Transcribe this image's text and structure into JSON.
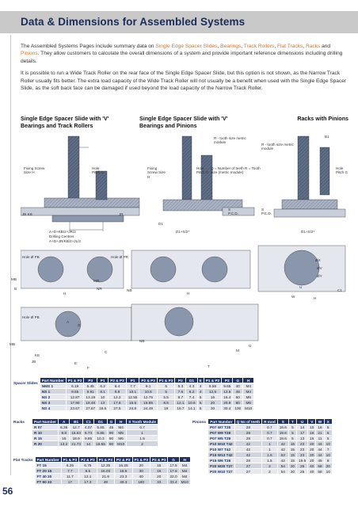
{
  "header": {
    "title": "Data & Dimensions for Assembled Systems"
  },
  "intro": {
    "p1_a": "The Assembled Systems Pages include summary data on ",
    "p1_links": [
      "Single Edge Spacer Slides",
      "Bearings",
      "Track Rollers",
      "Flat Tracks",
      "Racks",
      "Pinions"
    ],
    "p1_b": ". They allow customers to calculate the overall dimensions of a system and provide important reference dimensions including drilling details.",
    "p2": "It is possible to run a Wide Track Roller on the rear face of the Single Edge Spacer Slide, but this option is not shown, as the Narrow Track Roller usually fits better. The extra load capacity of the Wide Track Roller will not usually be a benefit when used with the Single Edge Spacer Slide, as the soft back face can be damaged if used beyond the load capacity of the Narrow Track Roller."
  },
  "sections": {
    "s1": "Single Edge Spacer Slide with 'V' Bearings and Track Rollers",
    "s2": "Single Edge Spacer Slide with 'V' Bearings and Pinions",
    "s3": "Racks with Pinions"
  },
  "diagram_labels": {
    "fixing_screw_1": "Fixing Screw Size H",
    "hole_pitch_1": "Hole Pitch G",
    "fixing_screw_2": "Fixing Screw Size H",
    "hole_pitch_2": "Hole Pitch G",
    "hole_pitch_3": "Hole Pitch G",
    "rack_tooth_1": "R - tooth size metric module",
    "rack_tooth_2": "R - tooth size metric module",
    "q_formula": "Q = Number of teeth R = Tooth size (metric module)",
    "dims_1": "A+D+KB/2+JR/2",
    "drilling": "Drilling Centres",
    "dims_2": "A+D+JR/KB/2+JL/2",
    "jb_kb": "JB KB",
    "jr": "JR",
    "d1": "D1",
    "d1_pitch": "D1+S/2*",
    "pcd_1": "S P.C.D.",
    "pcd_2": "S P.C.D.",
    "d1_pitch_2": "D1+S/2*",
    "b1": "B1",
    "hole_pb": "Hole Ø PB",
    "hole_pr": "Hole Ø PR",
    "mb": "MB",
    "b": "B",
    "mr": "MR",
    "nr": "NR",
    "nb": "NB",
    "h": "H",
    "u": "U",
    "w": "W",
    "c1": "C1",
    "ox": "ØX",
    "ov": "ØV",
    "oy": "ØY",
    "hole_pb2": "Hole Ø PB",
    "a": "A",
    "d": "D",
    "ke": "KE",
    "jb": "JB",
    "c": "C",
    "e": "E",
    "f": "F",
    "mb2": "MB",
    "nb2": "NB",
    "m": "M",
    "t": "T"
  },
  "spacer_table": {
    "row_label": "Spacer Slides",
    "headers": [
      "Part Number",
      "P1 & P2",
      "P3",
      "P1",
      "P2 & P3",
      "P1",
      "P2 & P3",
      "P1 & P3",
      "P2",
      "D1",
      "E",
      "P1 & P2",
      "P3",
      "G",
      "H"
    ],
    "rows": [
      [
        "NMS 1",
        "6.19",
        "6.45",
        "6.2",
        "6.4",
        "7.7",
        "8.1",
        "5",
        "5.3",
        "4.3",
        "4",
        "9.55",
        "9.65",
        "40",
        "M4"
      ],
      [
        "NS 1",
        "9.65",
        "9.91",
        "8.1",
        "9.8",
        "10.1",
        "10.5",
        "5",
        "7.6",
        "6.2",
        "4",
        "12.5",
        "12.6",
        "45",
        "M4"
      ],
      [
        "NS 2",
        "12.87",
        "13.19",
        "10",
        "12.2",
        "12.55",
        "12.75",
        "5.5",
        "8.7",
        "7.4",
        "5",
        "16",
        "16.4",
        "60",
        "M6"
      ],
      [
        "NS 3",
        "17.90",
        "18.48",
        "13",
        "17.8",
        "16.5",
        "16.85",
        "8.5",
        "12.1",
        "10.6",
        "5",
        "20",
        "20.9",
        "80",
        "M6"
      ],
      [
        "NS 4",
        "23.67",
        "27.67",
        "19.5",
        "27.5",
        "24.8",
        "24.49",
        "19",
        "16.7",
        "14.1",
        "6",
        "30",
        "30.4",
        "100",
        "M10"
      ]
    ]
  },
  "racks_table": {
    "row_label": "Racks",
    "headers": [
      "Part Number",
      "A",
      "B1",
      "C1",
      "D1",
      "G",
      "H",
      "S Tooth Module"
    ],
    "rows": [
      [
        "R 07",
        "6.35",
        "12.7",
        "4.07",
        "5.65",
        "45",
        "M4",
        "0.7"
      ],
      [
        "R 10",
        "9.8",
        "15.63",
        "6.73",
        "6.85",
        "90",
        "M5",
        "1"
      ],
      [
        "R 15",
        "15",
        "18.9",
        "9.85",
        "10.3",
        "90",
        "M6",
        "1.5"
      ],
      [
        "R 20",
        "13.2",
        "21.73",
        "14",
        "16.55",
        "90",
        "M10",
        "2"
      ]
    ]
  },
  "pinions_table": {
    "row_label": "Pinions",
    "headers": [
      "Part Number",
      "Q No of teeth",
      "R mod",
      "S",
      "T",
      "U",
      "V",
      "W",
      "X",
      "Y"
    ],
    "rows": [
      [
        "P07 W7 T28",
        "28",
        "0.7",
        "19.6",
        "5",
        "14",
        "10",
        "16",
        "5"
      ],
      [
        "P07 W9 T28",
        "28",
        "0.7",
        "19.6",
        "5",
        "17",
        "16",
        "21",
        "5"
      ],
      [
        "P07 W5 T28",
        "28",
        "0.7",
        "19.6",
        "5",
        "13",
        "16",
        "11",
        "5"
      ],
      [
        "P10 W10 T42",
        "42",
        "1",
        "42",
        "15",
        "23",
        "20",
        "44",
        "10"
      ],
      [
        "P10 W7 T42",
        "42",
        "1",
        "42",
        "15",
        "23",
        "20",
        "44",
        "7"
      ],
      [
        "P15 W13 T42",
        "42",
        "1.5",
        "63",
        "15",
        "23",
        "20",
        "44",
        "10"
      ],
      [
        "P15 W6 T28",
        "28",
        "1.5",
        "42",
        "15",
        "19.6",
        "20",
        "45",
        "8"
      ],
      [
        "P20 W20 T27",
        "27",
        "2",
        "54",
        "20",
        "25",
        "40",
        "58",
        "20"
      ],
      [
        "P20 W10 T27",
        "27",
        "2",
        "54",
        "20",
        "25",
        "40",
        "58",
        "10"
      ]
    ]
  },
  "flat_table": {
    "row_label": "Flat Tracks",
    "headers": [
      "Part Number",
      "P1 & P3",
      "P2 & P3",
      "P1 & P3",
      "P2 & P3",
      "P1 & P3",
      "P2 & P3",
      "G",
      "H"
    ],
    "rows": [
      [
        "FT 15",
        "6.25",
        "6.75",
        "12.25",
        "16.25",
        "20",
        "15",
        "17.5",
        "M4"
      ],
      [
        "FT 20 15",
        "7.7",
        "8.5",
        "16.03",
        "18.6",
        "30",
        "15",
        "17.6",
        "M4"
      ],
      [
        "FT 40 20",
        "11.7",
        "12.1",
        "21.9",
        "23.3",
        "40",
        "20",
        "22.0",
        "M4"
      ],
      [
        "FT 60 33",
        "17",
        "17.3",
        "49",
        "49.3",
        "180",
        "33",
        "33.4",
        "M10"
      ]
    ]
  },
  "page_number": "56"
}
